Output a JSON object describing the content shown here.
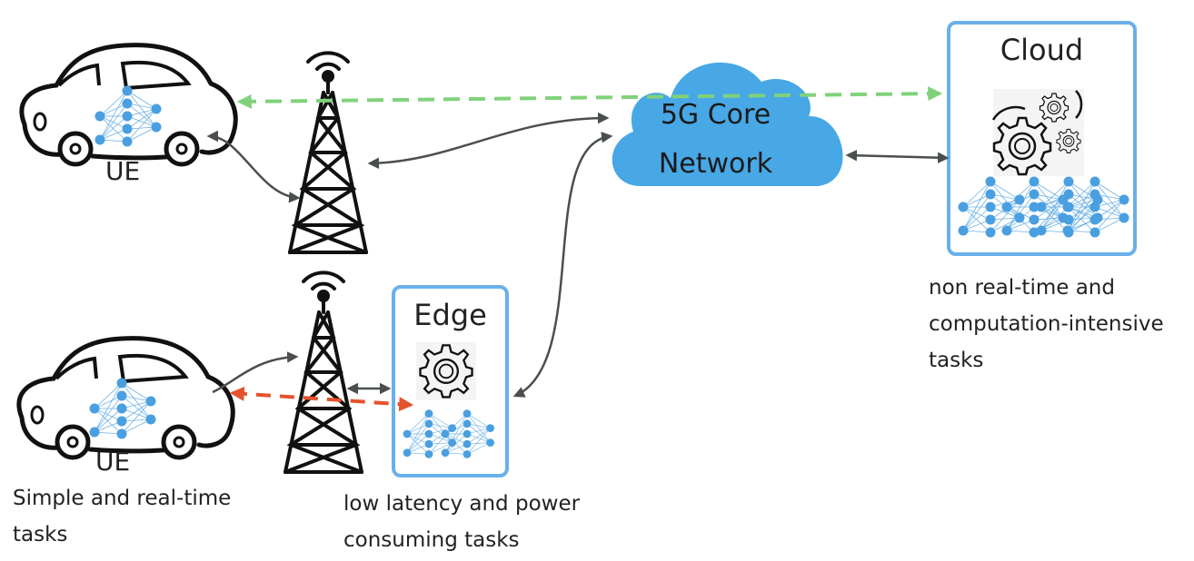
{
  "nodes": {
    "ue_top": {
      "label": "UE"
    },
    "ue_bottom": {
      "label": "UE"
    },
    "core": {
      "line1": "5G Core",
      "line2": "Network"
    },
    "cloud": {
      "title": "Cloud"
    },
    "edge": {
      "title": "Edge"
    }
  },
  "captions": {
    "ue_tasks": [
      "Simple and real-time",
      "tasks"
    ],
    "edge_tasks": [
      "low latency and power",
      "consuming tasks"
    ],
    "cloud_tasks": [
      "non real-time and",
      "computation-intensive",
      "tasks"
    ]
  },
  "colors": {
    "network_blue": "#4a9fe0",
    "cloud_fill": "#47a8e5",
    "box_border": "#6ab0ea",
    "link_green": "#7fd27a",
    "link_red": "#e4532d",
    "link_gray": "#4a4f4d"
  },
  "icons": [
    "car-icon",
    "neural-network-icon",
    "cell-tower-icon",
    "gear-icon",
    "cloud-shape"
  ]
}
